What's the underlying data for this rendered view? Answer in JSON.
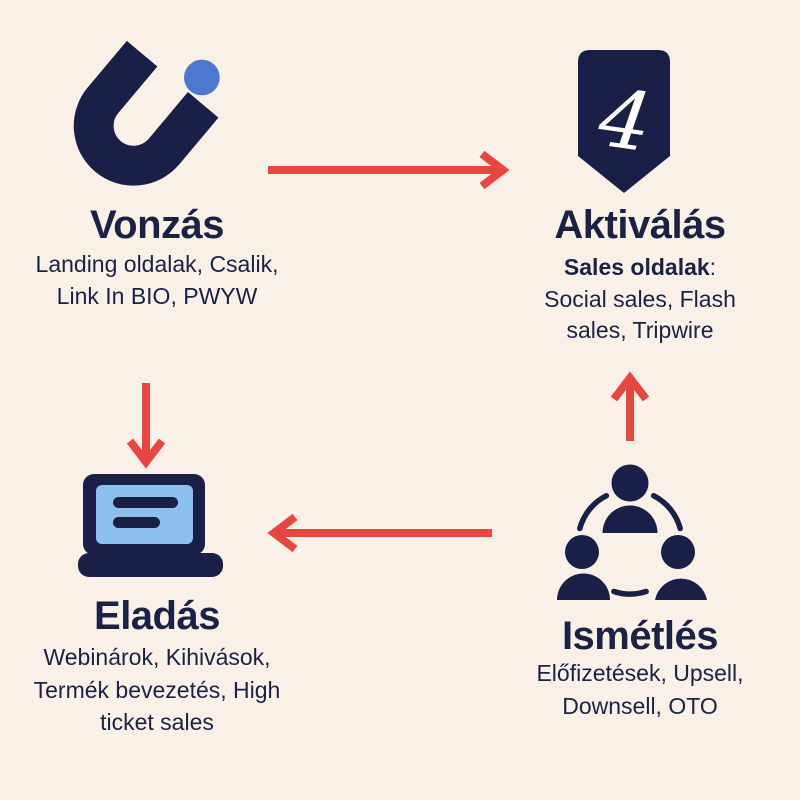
{
  "colors": {
    "background": "#f9f0e8",
    "navy": "#191f47",
    "text_navy": "#1b2243",
    "arrow_red": "#e74740",
    "magnet_dot_blue": "#4c78d0",
    "laptop_screen_blue": "#8cc1ee",
    "badge_glyph_white": "#ffffff"
  },
  "nodes": {
    "vonzas": {
      "title": "Vonzás",
      "icon": "magnet-icon",
      "lines": [
        "Landing oldalak, Csalik,",
        "Link In BIO, PWYW"
      ]
    },
    "aktivalas": {
      "title": "Aktiválás",
      "icon": "badge-4-icon",
      "badge_glyph": "4",
      "lead": "Sales oldalak",
      "lead_suffix": ":",
      "lines": [
        "Social sales, Flash",
        "sales, Tripwire"
      ]
    },
    "eladas": {
      "title": "Eladás",
      "icon": "laptop-icon",
      "lines": [
        "Webinárok, Kihivások,",
        "Termék bevezetés, High",
        "ticket sales"
      ]
    },
    "ismetles": {
      "title": "Ismétlés",
      "icon": "people-icon",
      "lines": [
        "Előfizetések, Upsell,",
        "Downsell, OTO"
      ]
    }
  },
  "arrows": [
    {
      "name": "arrow-vonzas-to-aktivalas",
      "direction": "right"
    },
    {
      "name": "arrow-vonzas-to-eladas",
      "direction": "down"
    },
    {
      "name": "arrow-ismetles-to-aktivalas",
      "direction": "up"
    },
    {
      "name": "arrow-ismetles-to-eladas",
      "direction": "left"
    }
  ]
}
